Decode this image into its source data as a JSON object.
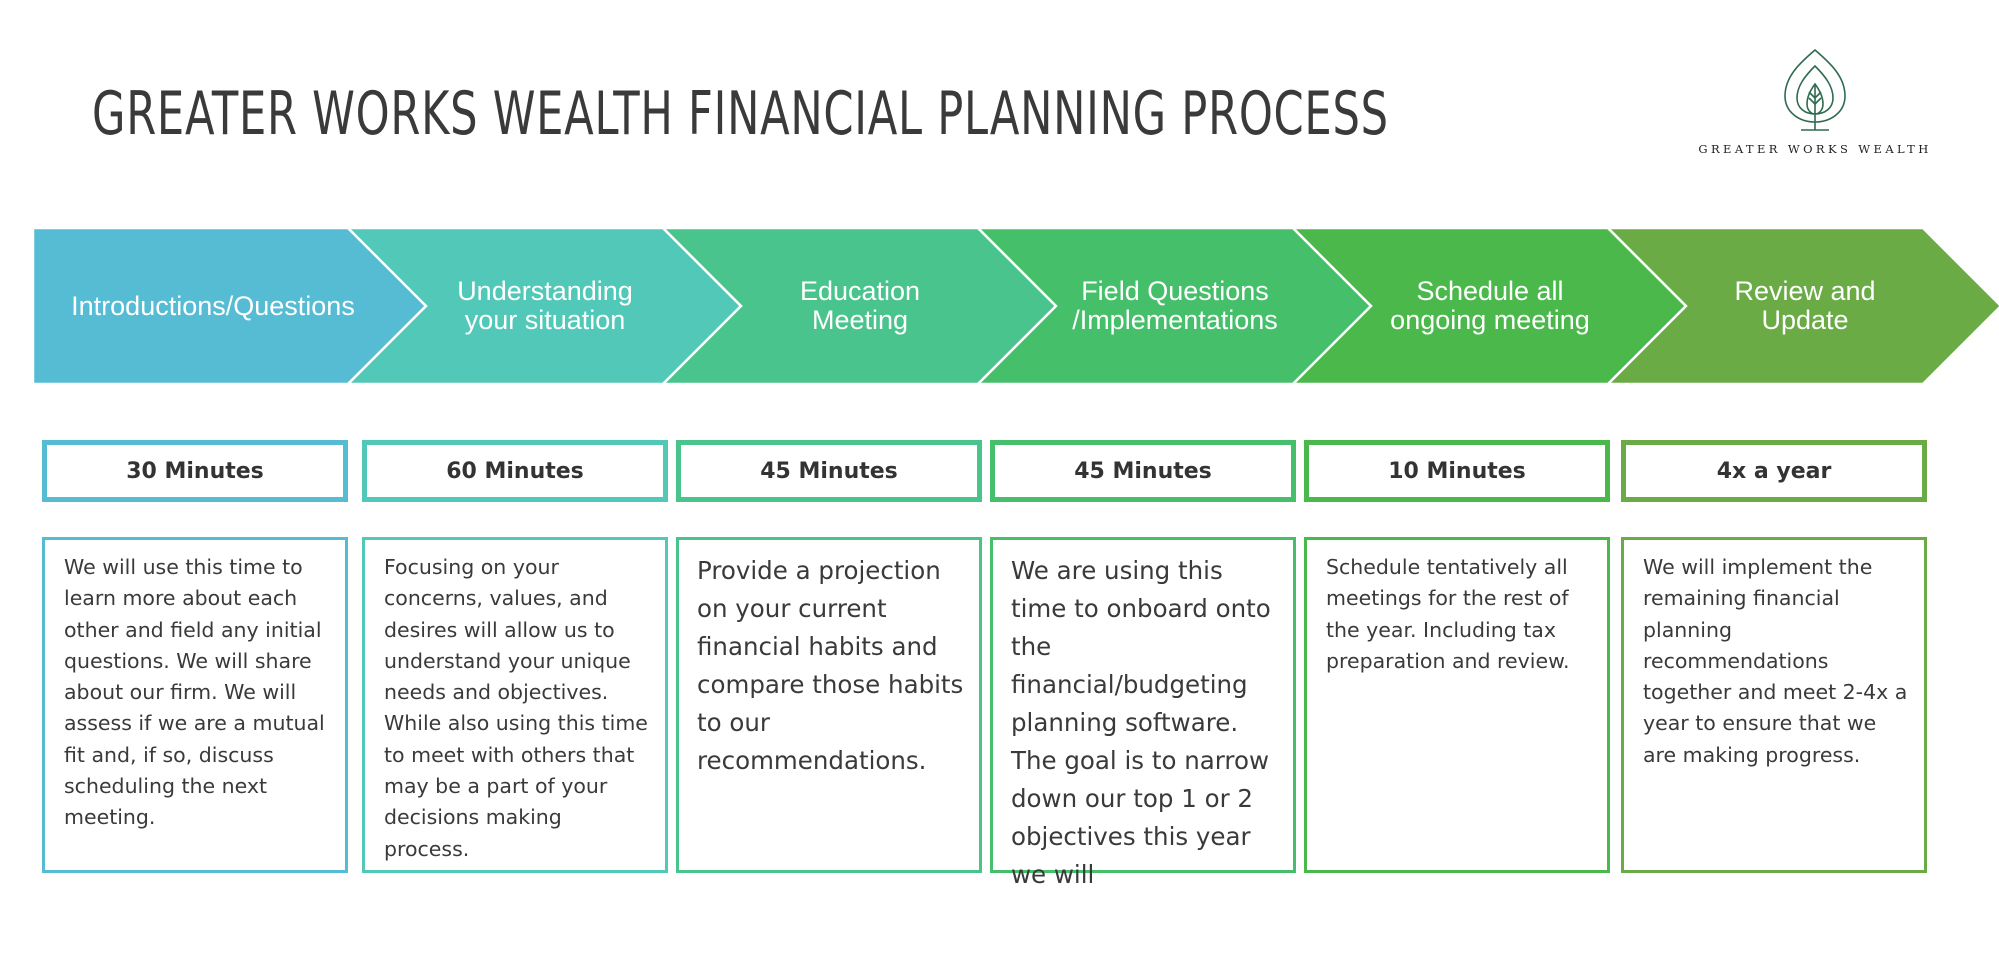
{
  "title": "GREATER WORKS WEALTH FINANCIAL PLANNING PROCESS",
  "logo": {
    "wordmark": "GREATER WORKS WEALTH",
    "color": "#2e6b4f"
  },
  "steps": [
    {
      "label": "Introductions/Questions",
      "color": "#55bcd4",
      "duration": "30 Minutes",
      "description": "We will use this time to learn more about each other and field any initial questions. We will share about our firm. We will assess if we are a mutual fit and, if so, discuss scheduling the next meeting."
    },
    {
      "label": "Understanding\nyour situation",
      "color": "#52c9b8",
      "duration": "60 Minutes",
      "description": "Focusing on your concerns, values, and desires will allow us to understand your unique needs and objectives. While also using this time to meet with others that may be a part of your decisions making process."
    },
    {
      "label": "Education\nMeeting",
      "color": "#49c48c",
      "duration": "45 Minutes",
      "description": "Provide a projection on your current financial habits and compare those habits to our recommendations."
    },
    {
      "label": "Field Questions\n/Implementations",
      "color": "#45bf6a",
      "duration": "45 Minutes",
      "description": "We are using this time to onboard onto the financial/budgeting planning software. The goal is to narrow down our top 1 or 2 objectives this year we will"
    },
    {
      "label": "Schedule all\nongoing meeting",
      "color": "#4ab84a",
      "duration": "10 Minutes",
      "description": "Schedule tentatively all meetings for the rest of the year. Including tax preparation and review."
    },
    {
      "label": "Review  and\nUpdate",
      "color": "#6aab46",
      "duration": "4x a year",
      "description": "We will implement the remaining financial planning recommendations together and meet 2-4x a year to ensure that we are making progress."
    }
  ]
}
